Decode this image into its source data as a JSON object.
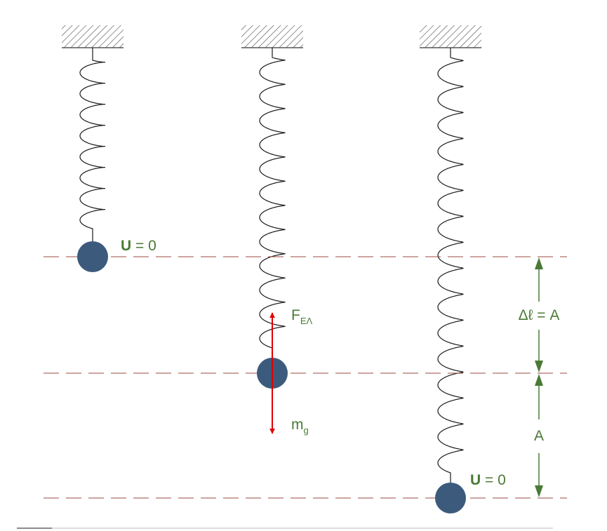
{
  "colors": {
    "ball": "#3c5a7c",
    "label": "#4a7a35",
    "force_arrow": "#e00000",
    "guide_line": "#9b4a42",
    "spring": "#1a1a1a",
    "hatch": "#555555"
  },
  "labels": {
    "energy_zero_top": {
      "letter": "U",
      "rest": " = 0"
    },
    "energy_zero_bottom": {
      "letter": "U",
      "rest": " = 0"
    },
    "spring_force": {
      "main": "F",
      "sub": "ΕΛ"
    },
    "weight": {
      "main": "m",
      "sub": "g"
    },
    "extension": {
      "text": "Δℓ = A"
    },
    "amplitude": {
      "text": "A"
    }
  }
}
